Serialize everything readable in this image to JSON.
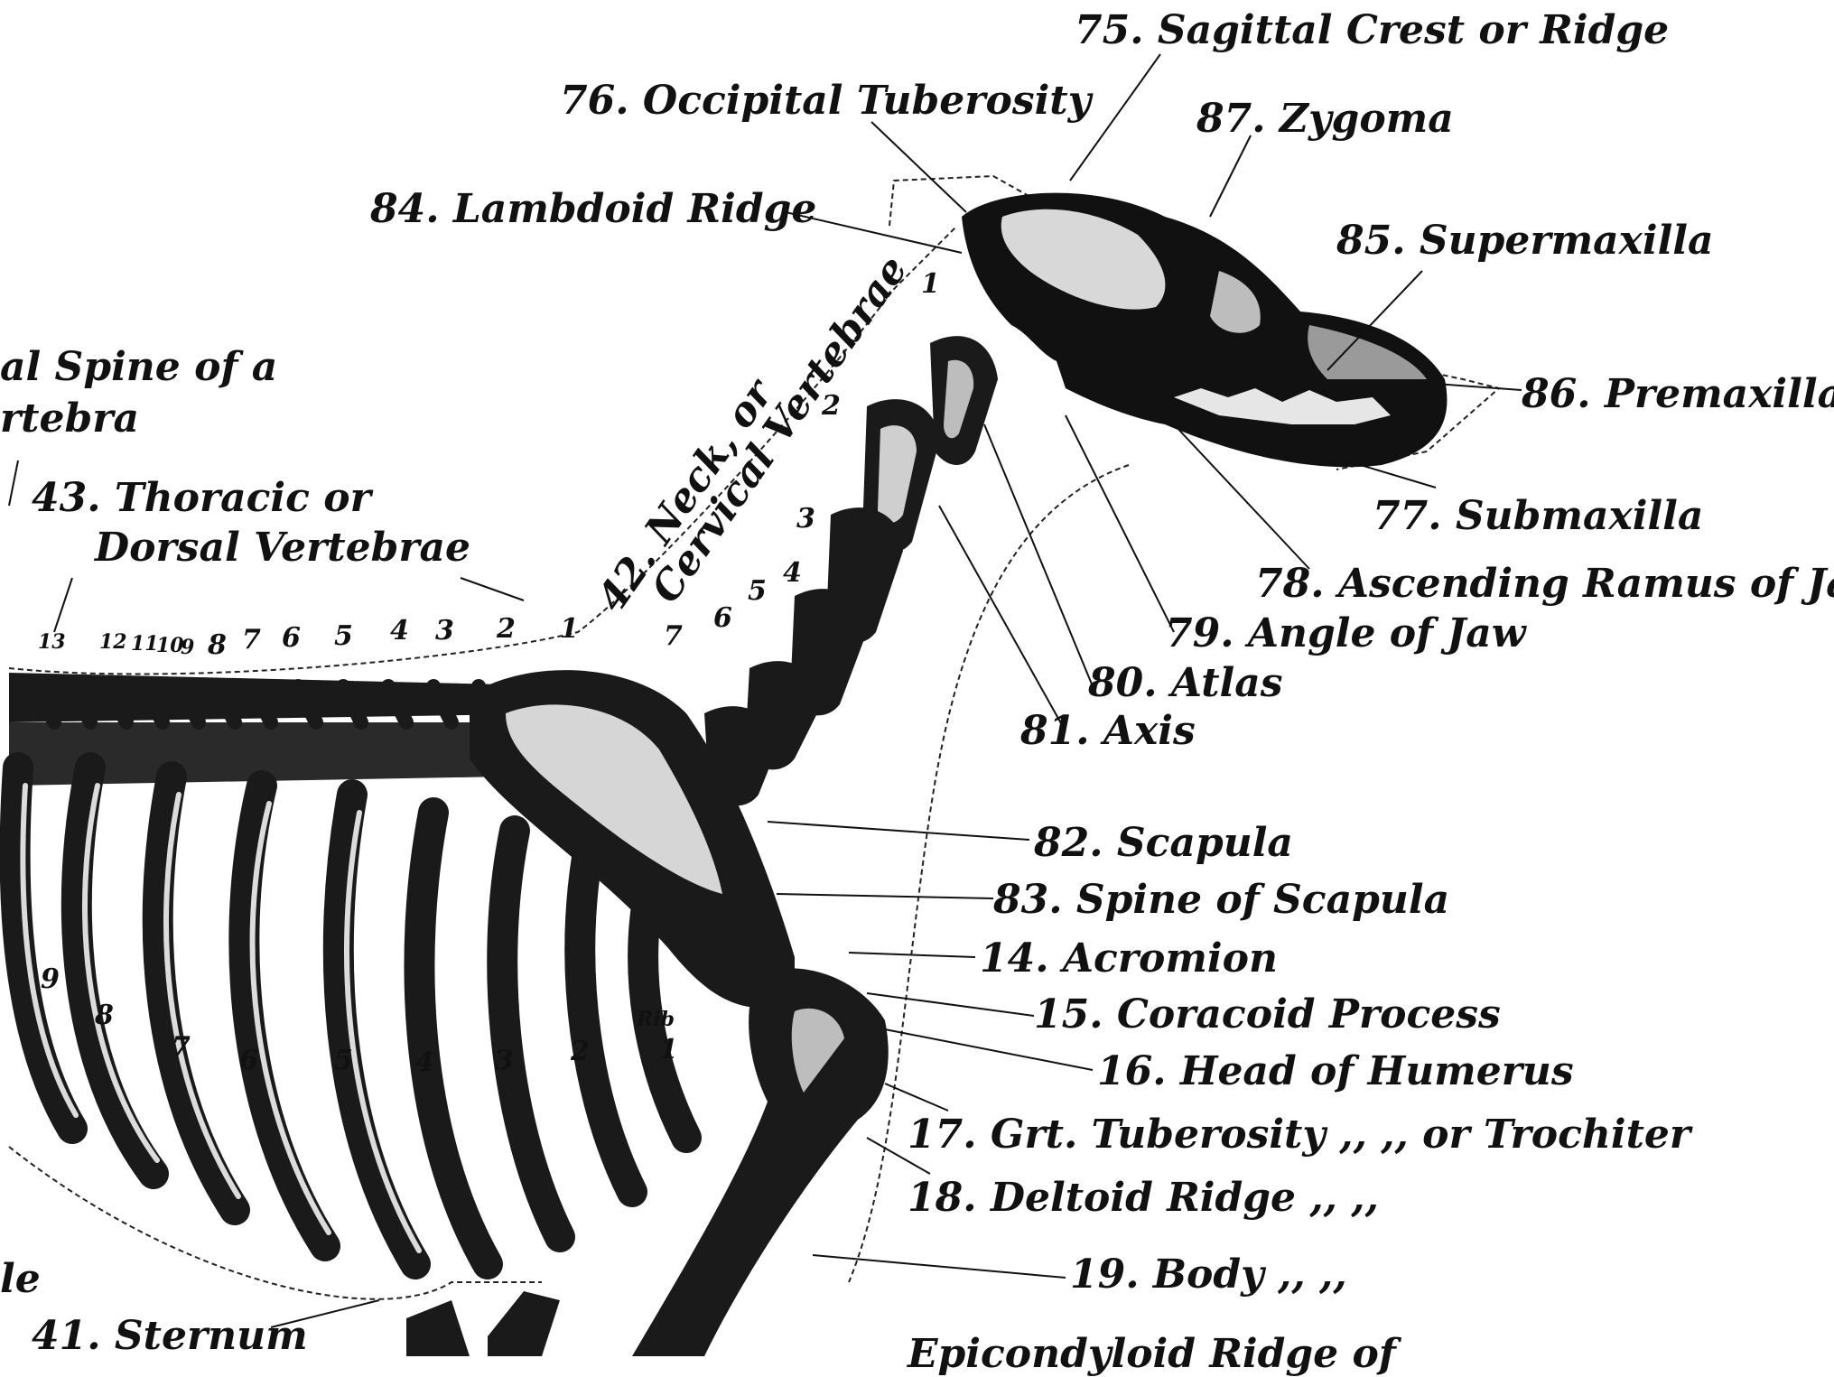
{
  "labels": {
    "sagittal_crest": "75. Sagittal Crest or Ridge",
    "occipital_tuberosity": "76. Occipital Tuberosity",
    "zygoma": "87. Zygoma",
    "lambdoid_ridge": "84. Lambdoid Ridge",
    "supermaxilla": "85. Supermaxilla",
    "spinal_spine_fragment": "al Spine of a",
    "vertebra_fragment": "rtebra",
    "premaxilla": "86. Premaxilla",
    "thoracic_1": "43. Thoracic or",
    "thoracic_2": "Dorsal Vertebrae",
    "neck_1": "42. Neck, or",
    "neck_2": "Cervical Vertebrae",
    "submaxilla": "77. Submaxilla",
    "ascending_ramus": "78. Ascending Ramus of Jaw",
    "angle_of_jaw": "79. Angle of Jaw",
    "atlas": "80. Atlas",
    "axis": "81. Axis",
    "scapula": "82. Scapula",
    "spine_of_scapula": "83. Spine of Scapula",
    "acromion": "14. Acromion",
    "coracoid": "15. Coracoid Process",
    "head_humerus": "16. Head of Humerus",
    "grt_tuberosity": "17. Grt. Tuberosity ,,     ,,     or Trochiter",
    "deltoid_ridge": "18. Deltoid Ridge ,,     ,,",
    "body": "19. Body ,,     ,,",
    "sternum": "41. Sternum",
    "fragment_e": "le",
    "bottom_fragment": "Epicondyloid Ridge of"
  },
  "numbers": {
    "neck": [
      "1",
      "2",
      "3",
      "4",
      "5",
      "6",
      "7"
    ],
    "thoracic": [
      "13",
      "12",
      "11",
      "10",
      "9",
      "8",
      "7",
      "6",
      "5",
      "4",
      "3",
      "2",
      "1"
    ],
    "ribs": [
      "9",
      "8",
      "7",
      "6",
      "5",
      "4",
      "3",
      "2",
      "1"
    ],
    "rib_word": "Rib"
  }
}
